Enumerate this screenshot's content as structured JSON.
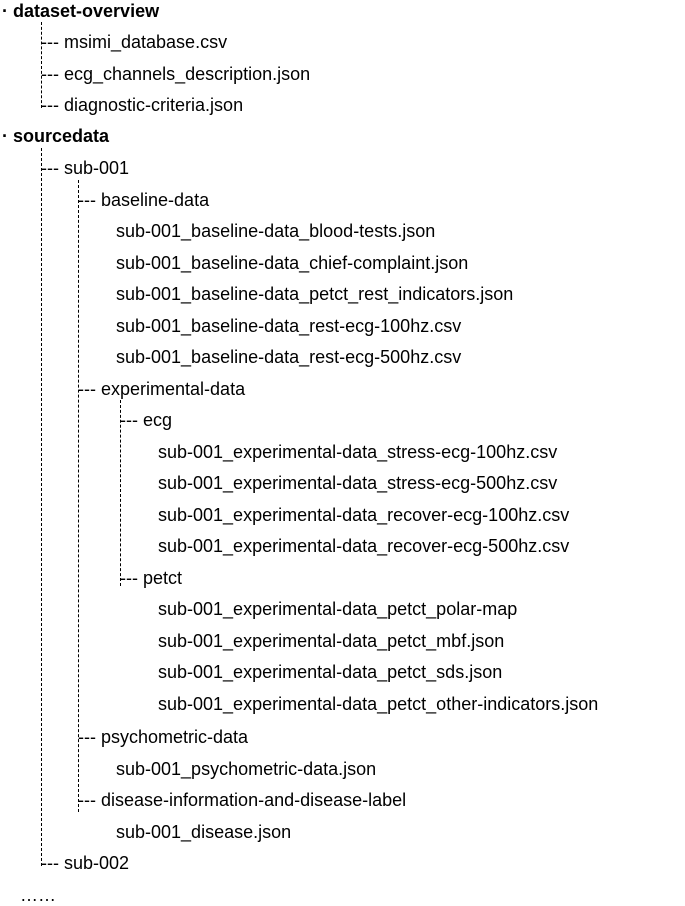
{
  "tree": {
    "dataset_overview": {
      "label": "dataset-overview",
      "children": [
        "msimi_database.csv",
        "ecg_channels_description.json",
        "diagnostic-criteria.json"
      ]
    },
    "sourcedata": {
      "label": "sourcedata",
      "sub_001": {
        "label": "sub-001",
        "baseline_data": {
          "label": "baseline-data",
          "files": [
            "sub-001_baseline-data_blood-tests.json",
            "sub-001_baseline-data_chief-complaint.json",
            "sub-001_baseline-data_petct_rest_indicators.json",
            "sub-001_baseline-data_rest-ecg-100hz.csv",
            "sub-001_baseline-data_rest-ecg-500hz.csv"
          ]
        },
        "experimental_data": {
          "label": "experimental-data",
          "ecg": {
            "label": "ecg",
            "files": [
              "sub-001_experimental-data_stress-ecg-100hz.csv",
              "sub-001_experimental-data_stress-ecg-500hz.csv",
              "sub-001_experimental-data_recover-ecg-100hz.csv",
              "sub-001_experimental-data_recover-ecg-500hz.csv"
            ]
          },
          "petct": {
            "label": "petct",
            "files": [
              "sub-001_experimental-data_petct_polar-map",
              "sub-001_experimental-data_petct_mbf.json",
              "sub-001_experimental-data_petct_sds.json",
              "sub-001_experimental-data_petct_other-indicators.json"
            ]
          }
        },
        "psychometric_data": {
          "label": "psychometric-data",
          "files": [
            "sub-001_psychometric-data.json"
          ]
        },
        "disease_info": {
          "label": "disease-information-and-disease-label",
          "files": [
            "sub-001_disease.json"
          ]
        }
      },
      "sub_002": {
        "label": "sub-002"
      }
    },
    "bullet": "·",
    "branch": "---",
    "ellipsis": "……"
  }
}
